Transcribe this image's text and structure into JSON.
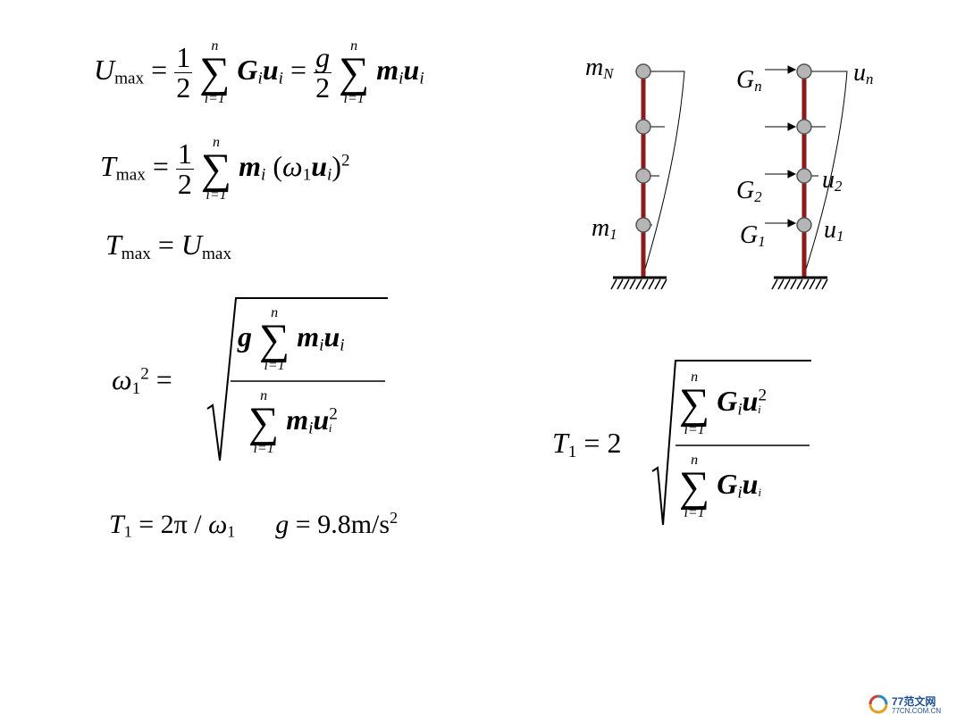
{
  "equations": {
    "u_max": {
      "lhs_sym": "U",
      "lhs_sub": "max",
      "eq": "=",
      "half_num": "1",
      "half_den": "2",
      "sum_top": "n",
      "sum_bot": "i=1",
      "g": "G",
      "g_sub": "i",
      "u": "u",
      "u_sub": "i",
      "eq2": "=",
      "gfrac_num": "g",
      "gfrac_den": "2",
      "m": "m",
      "m_sub": "i"
    },
    "t_max": {
      "lhs_sym": "T",
      "lhs_sub": "max",
      "eq": "=",
      "half_num": "1",
      "half_den": "2",
      "sum_top": "n",
      "sum_bot": "i=1",
      "m": "m",
      "m_sub": "i",
      "lpar": "(",
      "omega": "ω",
      "omega_sub": "1",
      "u": "u",
      "u_sub": "i",
      "rpar": ")",
      "pow": "2"
    },
    "t_eq_u": {
      "t": "T",
      "t_sub": "max",
      "eq": "=",
      "u": "U",
      "u_sub": "max"
    },
    "omega_sq": {
      "omega": "ω",
      "omega_sub": "1",
      "pow": "2",
      "eq": "=",
      "num_g": "g",
      "num_sum_top": "n",
      "num_sum_bot": "i=1",
      "num_m": "m",
      "num_m_sub": "i",
      "num_u": "u",
      "num_u_sub": "i",
      "den_sum_top": "n",
      "den_sum_bot": "i=1",
      "den_m": "m",
      "den_m_sub": "i",
      "den_u": "u",
      "den_u_sub": "i",
      "den_pow": "2"
    },
    "period": {
      "t": "T",
      "t_sub": "1",
      "eq": "=",
      "two_pi": "2π",
      "slash": "/",
      "omega": "ω",
      "omega_sub": "1",
      "g": "g",
      "eq2": "=",
      "g_val": "9.8m/s",
      "g_pow": "2"
    },
    "t1_formula": {
      "t": "T",
      "t_sub": "1",
      "eq": "=",
      "two": "2",
      "num_sum_top": "n",
      "num_sum_bot": "i=1",
      "num_g": "G",
      "num_g_sub": "i",
      "num_u": "u",
      "num_u_sub": "i",
      "num_pow": "2",
      "den_sum_top": "n",
      "den_sum_bot": "i=1",
      "den_g": "G",
      "den_g_sub": "i",
      "den_u": "u",
      "den_u_sub": "i"
    }
  },
  "diagrams": {
    "mass_model": {
      "top_label": "m",
      "top_sub": "N",
      "bottom_label": "m",
      "bottom_sub": "1"
    },
    "force_model": {
      "top_force": "G",
      "top_force_sub": "n",
      "top_disp": "u",
      "top_disp_sub": "n",
      "mid_force": "G",
      "mid_force_sub": "2",
      "mid_disp": "u",
      "mid_disp_sub": "2",
      "low_force": "G",
      "low_force_sub": "1",
      "low_disp": "u",
      "low_disp_sub": "1"
    }
  },
  "watermark": {
    "brand": "77范文网",
    "url": "77CN.COM.CN"
  },
  "colors": {
    "column": "#8b1a1a",
    "node": "#b5b5b5",
    "ink": "#000000",
    "watermark_blue": "#1d4f91"
  }
}
